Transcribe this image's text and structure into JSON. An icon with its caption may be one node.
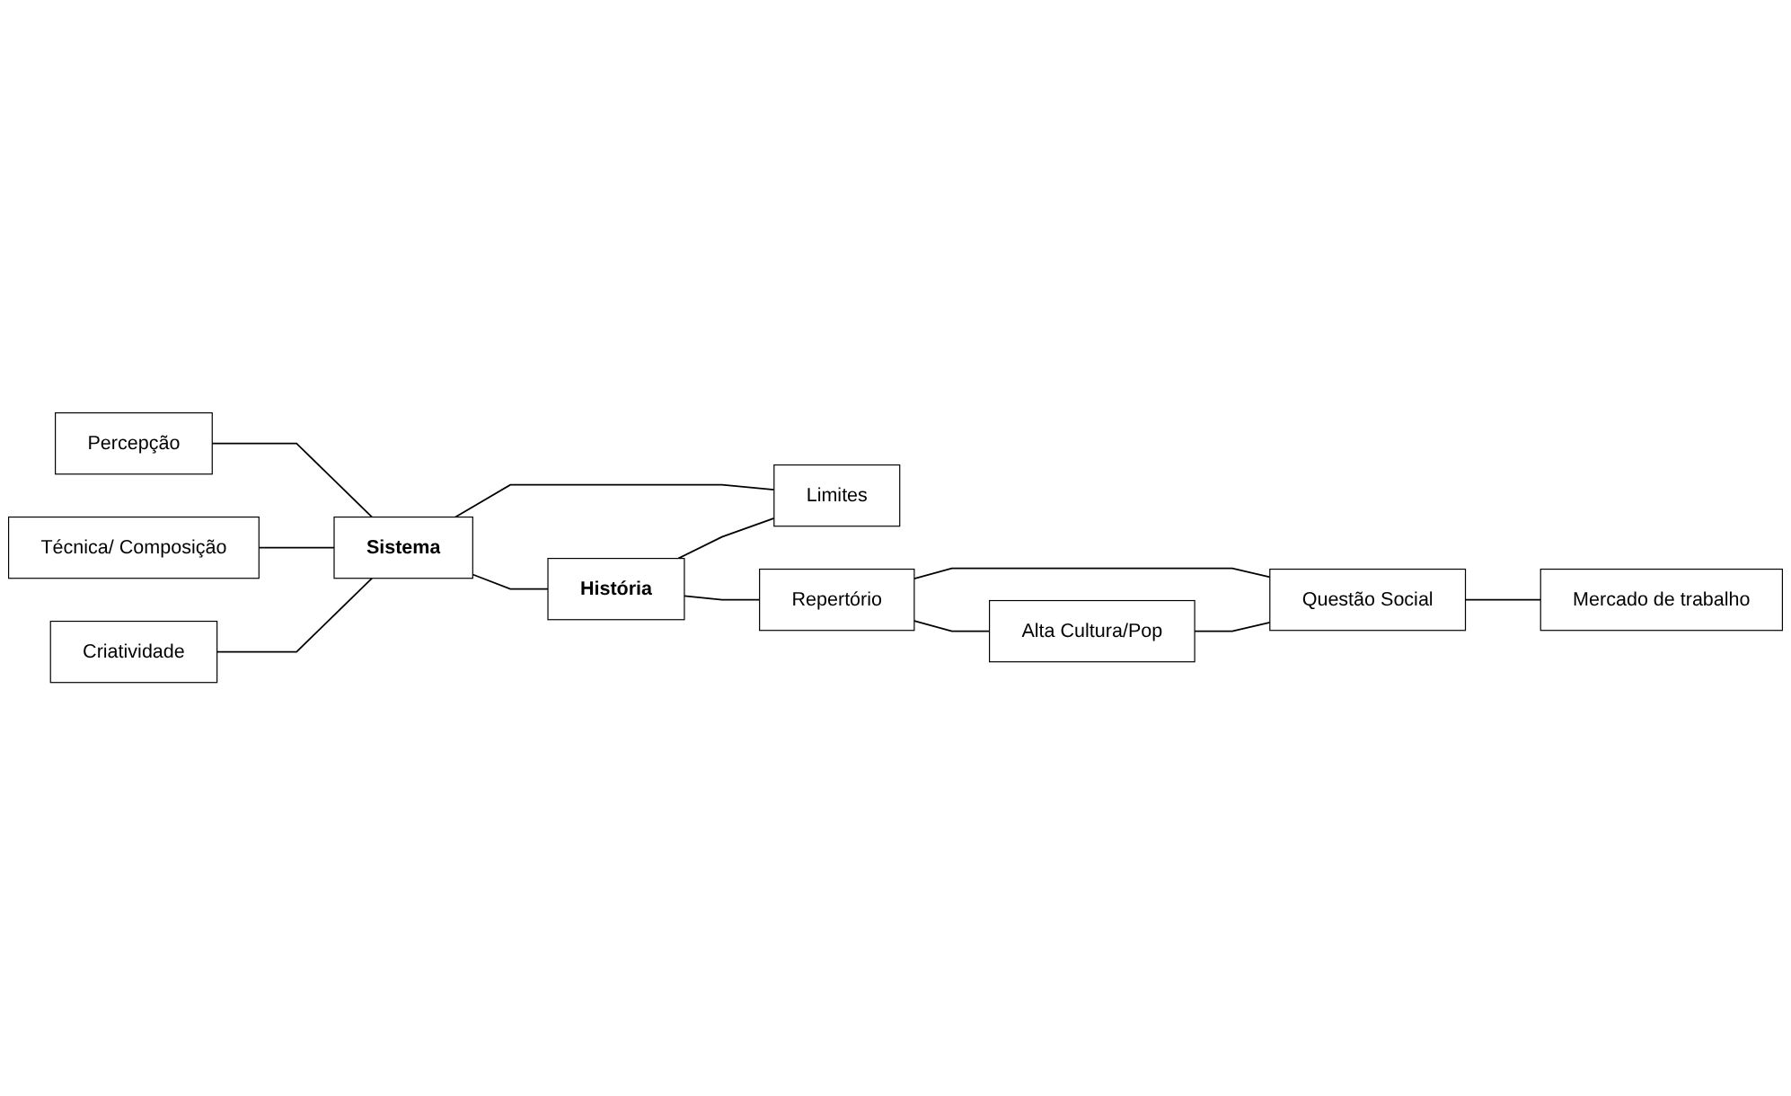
{
  "diagram": {
    "nodes": [
      {
        "text": [
          "Percepção"
        ]
      },
      {
        "text": [
          "Limites"
        ]
      },
      {
        "text": [
          "Sistema"
        ]
      },
      {
        "text": [
          "História"
        ]
      },
      {
        "text": [
          "Técnica/ Composição"
        ]
      },
      {
        "text": [
          "Repertório"
        ]
      },
      {
        "text": [
          "Criatividade"
        ]
      },
      {
        "text": [
          "Alta Cultura/Pop"
        ]
      },
      {
        "text": [
          "Questão Social"
        ]
      },
      {
        "text": [
          "Mercado de trabalho"
        ]
      }
    ],
    "edges": [
      {
        "from": 0,
        "to": 2,
        "arrow": "none"
      },
      {
        "from": 2,
        "to": 1,
        "arrow": "none"
      },
      {
        "from": 2,
        "to": 3,
        "arrow": "none"
      },
      {
        "from": 4,
        "to": 2,
        "arrow": "none"
      },
      {
        "from": 6,
        "to": 2,
        "arrow": "none"
      },
      {
        "from": 3,
        "to": 1,
        "arrow": "none"
      },
      {
        "from": 3,
        "to": 5,
        "arrow": "none"
      },
      {
        "from": 5,
        "to": 7,
        "arrow": "none"
      },
      {
        "from": 5,
        "to": 8,
        "arrow": "none"
      },
      {
        "from": 7,
        "to": 8,
        "arrow": "none"
      },
      {
        "from": 8,
        "to": 9,
        "arrow": "none"
      }
    ]
  }
}
